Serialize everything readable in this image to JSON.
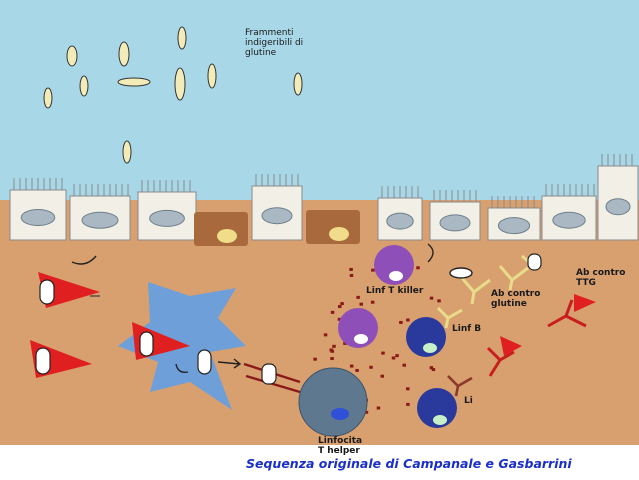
{
  "labels": {
    "gluten_fragments": "Frammenti\nindigeribili di\nglutine",
    "t_killer": "Linf T killer",
    "ab_gluten": "Ab contro\nglutine",
    "ab_ttg": "Ab contro\nTTG",
    "b_cell": "Linf B",
    "plasma_cell": "Li",
    "t_helper": "Linfocita\nT helper"
  },
  "credit": "Sequenza originale di  Campanale e Gasbarrini",
  "colors": {
    "lumen": "#a8d8e8",
    "lamina_propria": "#d9a06f",
    "epithelial_cell": "#f2efe6",
    "nucleus": "#a9b8c2",
    "damaged_cell": "#a86a3c",
    "gluten_fragment": "#f3ecb8",
    "apc": "#6f9fd8",
    "t_killer": "#8e4fb8",
    "b_cell": "#2a3a9c",
    "t_helper": "#5e7890",
    "antibody_gluten": "#e8dc8a",
    "antibody_ttg": "#c81e1e",
    "ttg_enzyme": "#e02020",
    "cytokine": "#8a1a1a",
    "credit_text": "#1a2fc8"
  }
}
